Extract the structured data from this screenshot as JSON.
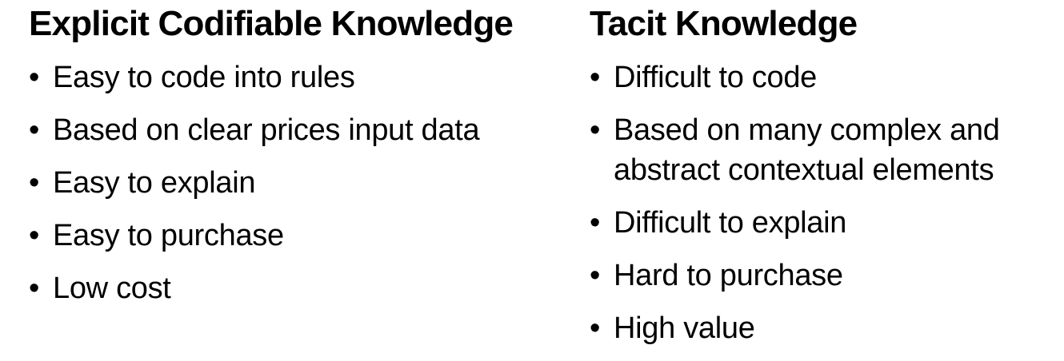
{
  "left": {
    "heading": "Explicit Codifiable Knowledge",
    "items": [
      "Easy to code into rules",
      "Based on clear prices input data",
      "Easy to explain",
      "Easy to purchase",
      "Low cost"
    ]
  },
  "right": {
    "heading": "Tacit Knowledge",
    "items": [
      "Difficult to code",
      "Based on many complex and abstract contextual elements",
      "Difficult to explain",
      "Hard to purchase",
      "High value"
    ]
  },
  "bullet_glyph": "•"
}
